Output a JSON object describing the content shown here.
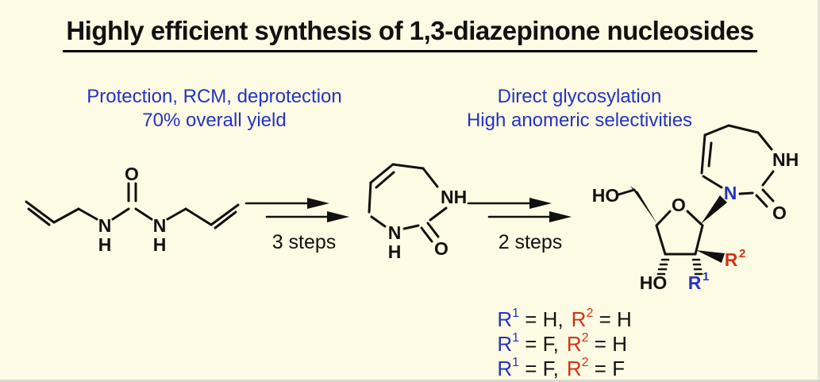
{
  "title": "Highly efficient synthesis of 1,3-diazepinone nucleosides",
  "captions": {
    "left_line1": "Protection, RCM, deprotection",
    "left_line2": "70% overall yield",
    "right_line1": "Direct glycosylation",
    "right_line2": "High anomeric selectivities"
  },
  "arrows": {
    "step1_label": "3 steps",
    "step2_label": "2 steps"
  },
  "molecules": {
    "diallylurea": {
      "labels": {
        "o": "O",
        "n_left": "N",
        "h_left": "H",
        "n_right": "N",
        "h_right": "H"
      }
    },
    "diazepinone": {
      "labels": {
        "nh": "NH",
        "n": "N",
        "h": "H",
        "o": "O"
      }
    },
    "nucleoside": {
      "labels": {
        "ho_5prime": "HO",
        "ring_o": "O",
        "n1": "N",
        "nh": "NH",
        "carbonyl_o": "O",
        "ho_3prime": "HO",
        "r1_base": "R",
        "r1_sup": "1",
        "r2_base": "R",
        "r2_sup": "2"
      }
    }
  },
  "rdefs": {
    "r1_base": "R",
    "r1_sup": "1",
    "r2_base": "R",
    "r2_sup": "2",
    "rows": [
      {
        "r1_eq": " = H,",
        "r2_eq": " = H"
      },
      {
        "r1_eq": " = F,",
        "r2_eq": " = H"
      },
      {
        "r1_eq": " = F,",
        "r2_eq": " = F"
      }
    ]
  },
  "colors": {
    "background": "#FDFBE3",
    "accent_blue": "#2433C4",
    "accent_red": "#D33117",
    "text_black": "#111111"
  }
}
